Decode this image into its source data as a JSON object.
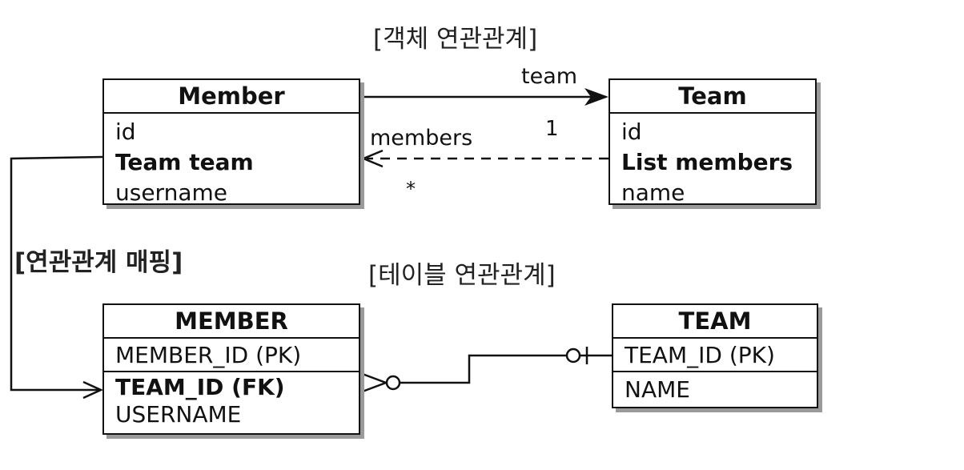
{
  "titles": {
    "object_relation": "[객체 연관관계]",
    "mapping": "[연관관계 매핑]",
    "table_relation": "[테이블 연관관계]"
  },
  "labels": {
    "team": "team",
    "members": "members",
    "one": "1",
    "many": "*"
  },
  "member": {
    "title": "Member",
    "fields": [
      "id",
      "Team team",
      "username"
    ]
  },
  "team": {
    "title": "Team",
    "fields": [
      "id",
      "List members",
      "name"
    ]
  },
  "member_table": {
    "title": "MEMBER",
    "columns": [
      "MEMBER_ID (PK)",
      "TEAM_ID (FK)",
      "USERNAME"
    ]
  },
  "team_table": {
    "title": "TEAM",
    "columns": [
      "TEAM_ID (PK)",
      "NAME"
    ]
  }
}
